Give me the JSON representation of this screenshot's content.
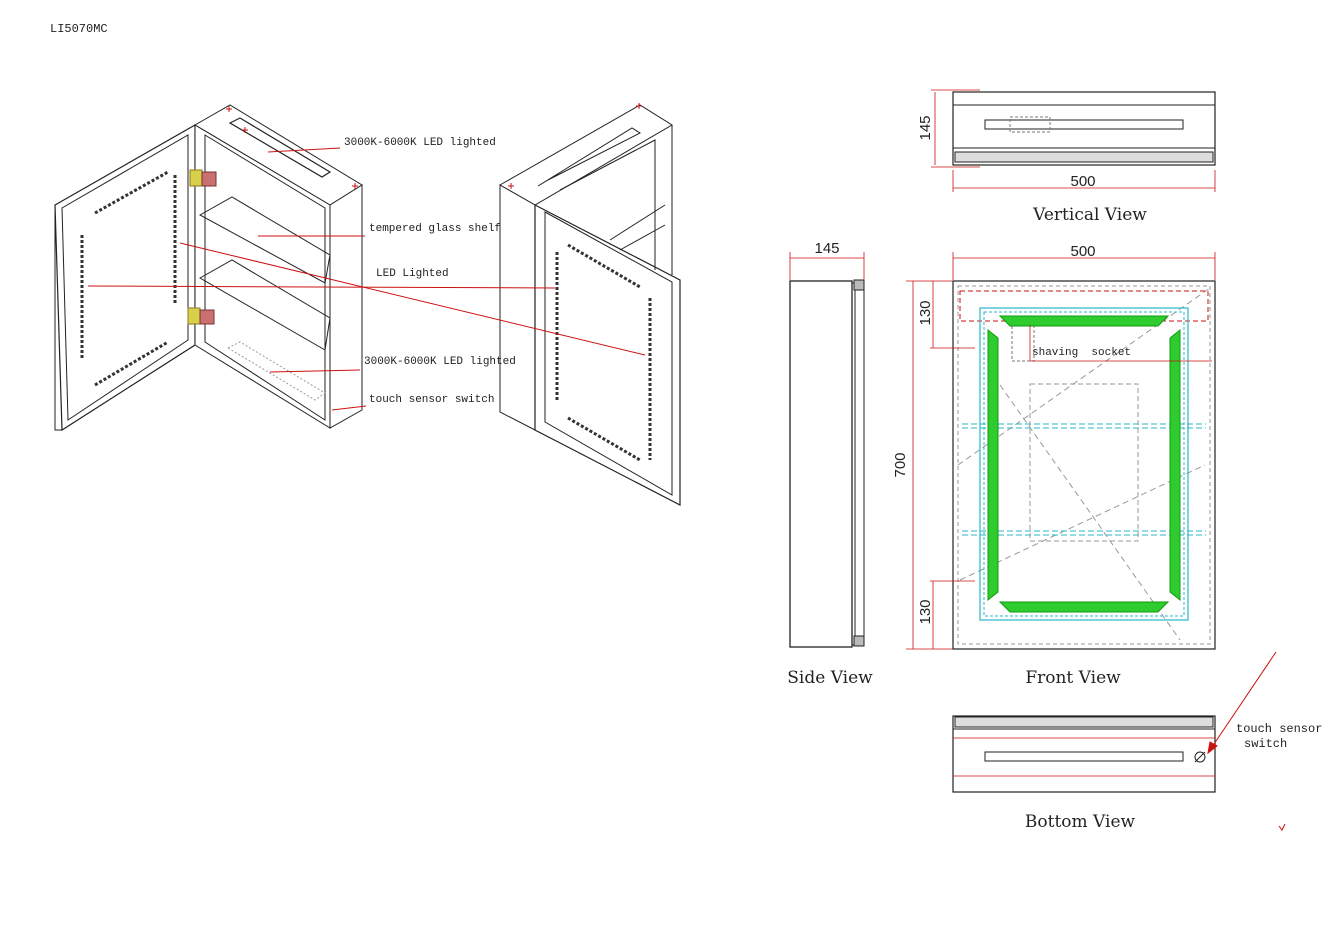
{
  "model_code": "LI5070MC",
  "callouts": {
    "top_led": "3000K-6000K LED lighted",
    "shelf": "tempered glass shelf",
    "led_lighted": "LED Lighted",
    "bottom_led": "3000K-6000K LED lighted",
    "touch_switch": "touch sensor switch"
  },
  "views": {
    "vertical": {
      "label": "Vertical View",
      "dim_width": "500",
      "dim_depth": "145"
    },
    "side": {
      "label": "Side View",
      "dim_depth": "145"
    },
    "front": {
      "label": "Front View",
      "dim_width": "500",
      "dim_height": "700",
      "dim_top": "130",
      "dim_bottom": "130",
      "socket_label": "shaving  socket"
    },
    "bottom": {
      "label": "Bottom View",
      "touch_label_line1": "touch sensor",
      "touch_label_line2": "switch"
    }
  },
  "colors": {
    "line": "#222222",
    "leader": "#cc1111",
    "led": "#2ecc2e",
    "led_dark": "#139a13",
    "hidden": "#2ab7c9",
    "dashed_gray": "#9a9a9a"
  }
}
